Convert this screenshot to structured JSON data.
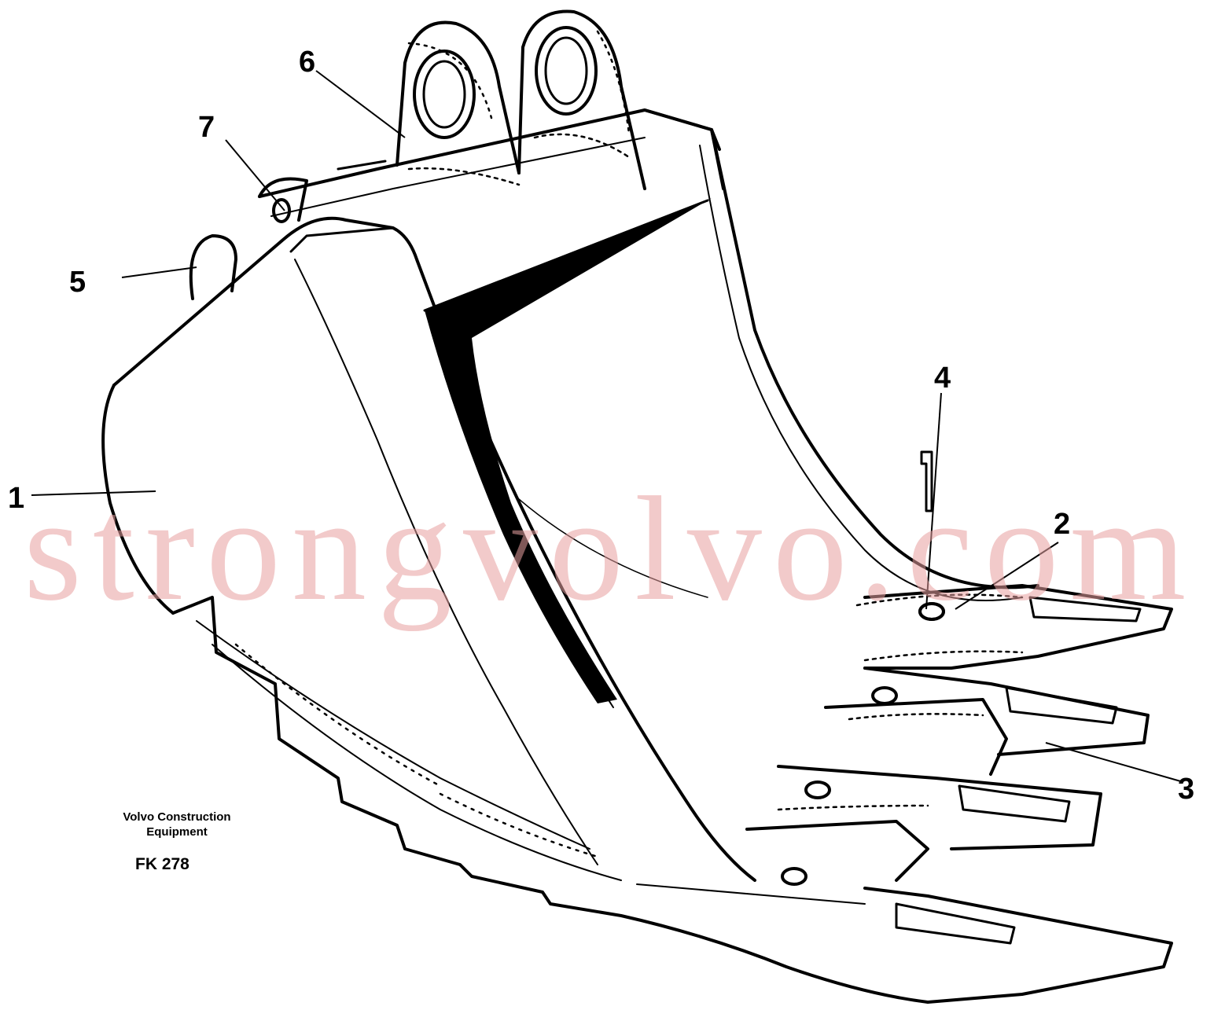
{
  "callouts": {
    "c1": "1",
    "c2": "2",
    "c3": "3",
    "c4": "4",
    "c5": "5",
    "c6": "6",
    "c7": "7"
  },
  "caption": {
    "line1": "Volvo Construction",
    "line2": "Equipment",
    "code": "FK 278"
  },
  "watermark": {
    "text": "strongvolvo.com",
    "color": "#e8a0a0"
  },
  "colors": {
    "ink": "#000000",
    "paper": "#ffffff"
  }
}
